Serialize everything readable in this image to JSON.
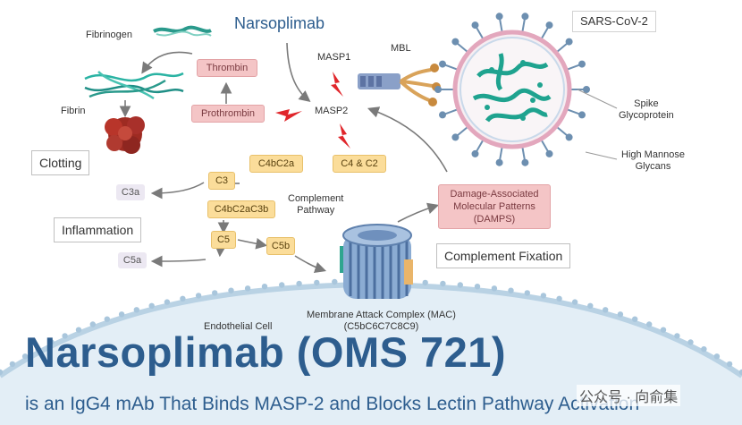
{
  "drug_name": "Narsoplimab",
  "labels": {
    "fibrinogen": "Fibrinogen",
    "fibrin": "Fibrin",
    "masp1": "MASP1",
    "mbl": "MBL",
    "masp2": "MASP2",
    "sars": "SARS-CoV-2",
    "spike": "Spike\nGlycoprotein",
    "mannose": "High Mannose\nGlycans",
    "complement_pathway": "Complement\nPathway",
    "endothelial": "Endothelial Cell",
    "mac": "Membrane Attack Complex (MAC)\n(C5bC6C7C8C9)"
  },
  "boxes": {
    "thrombin": "Thrombin",
    "prothrombin": "Prothrombin",
    "c4bc2a": "C4bC2a",
    "c4c2": "C4 & C2",
    "c3": "C3",
    "c3a": "C3a",
    "c4bc2ac3b": "C4bC2aC3b",
    "c5": "C5",
    "c5b": "C5b",
    "c5a": "C5a",
    "damps": "Damage-Associated\nMolecular Patterns\n(DAMPS)"
  },
  "outcomes": {
    "clotting": "Clotting",
    "inflammation": "Inflammation",
    "fixation": "Complement Fixation"
  },
  "title": "Narsoplimab (OMS 721)",
  "subtitle": "is an IgG4 mAb That Binds MASP-2 and Blocks Lectin Pathway Activation",
  "watermark": "公众号 · 向俞集",
  "colors": {
    "title": "#2d5d8e",
    "pink_box": "#f4c5c6",
    "yellow_box": "#fbdd9a",
    "lightning": "#e0262b",
    "mac": "#6f90bd",
    "virus_particle": "#1fa38f"
  }
}
